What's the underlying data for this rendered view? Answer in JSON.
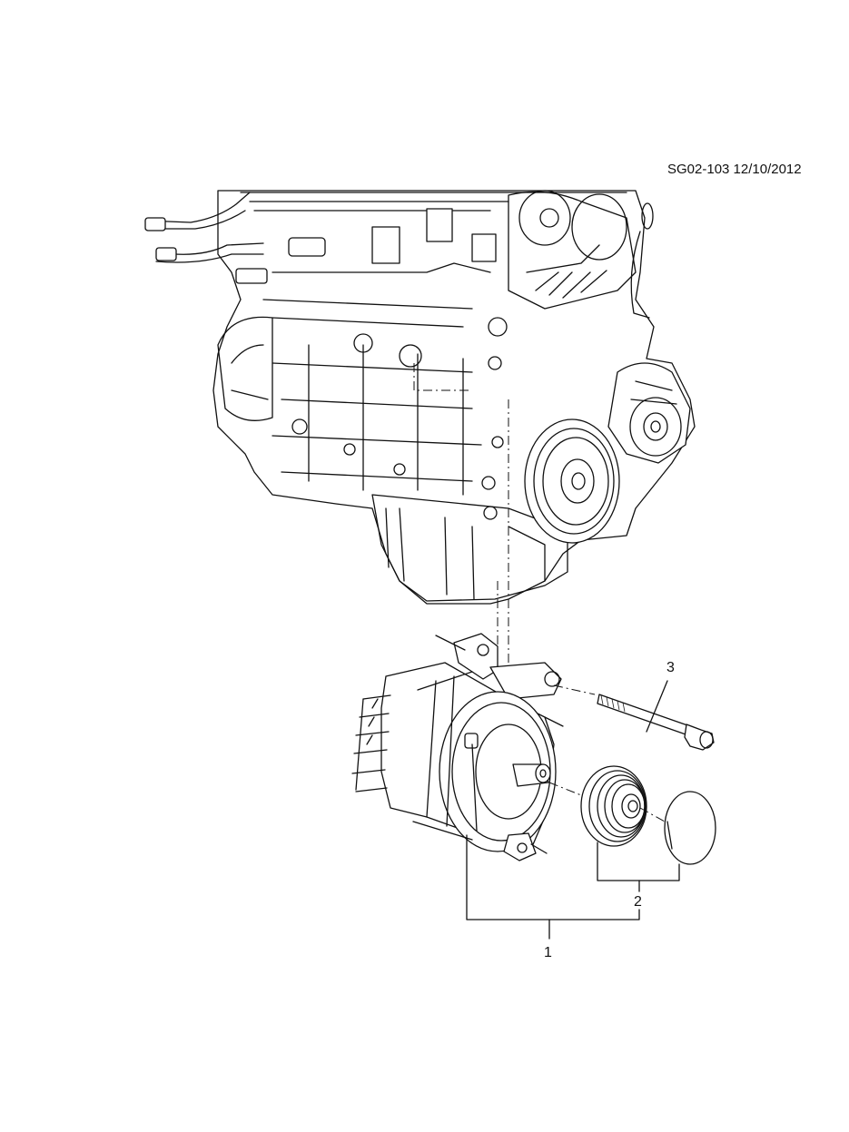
{
  "header": {
    "code": "SG02-103 12/10/2012"
  },
  "callouts": {
    "c1": "1",
    "c2": "2",
    "c3": "3"
  },
  "parts": {
    "p1": "alternator",
    "p2": "pulley-and-cap",
    "p3": "bolt"
  }
}
